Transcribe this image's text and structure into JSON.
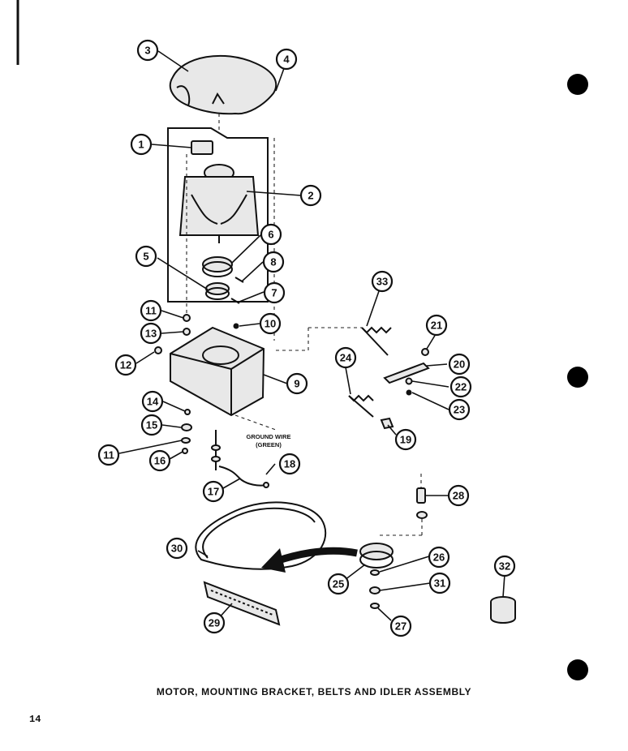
{
  "caption": "MOTOR, MOUNTING BRACKET, BELTS AND IDLER ASSEMBLY",
  "page_number": "14",
  "ground_wire_label_line1": "GROUND WIRE",
  "ground_wire_label_line2": "(GREEN)",
  "callouts": [
    "1",
    "2",
    "3",
    "4",
    "5",
    "6",
    "7",
    "8",
    "9",
    "10",
    "11",
    "11",
    "12",
    "13",
    "14",
    "15",
    "16",
    "17",
    "18",
    "19",
    "20",
    "21",
    "22",
    "23",
    "24",
    "25",
    "26",
    "27",
    "28",
    "29",
    "30",
    "31",
    "32",
    "33"
  ]
}
